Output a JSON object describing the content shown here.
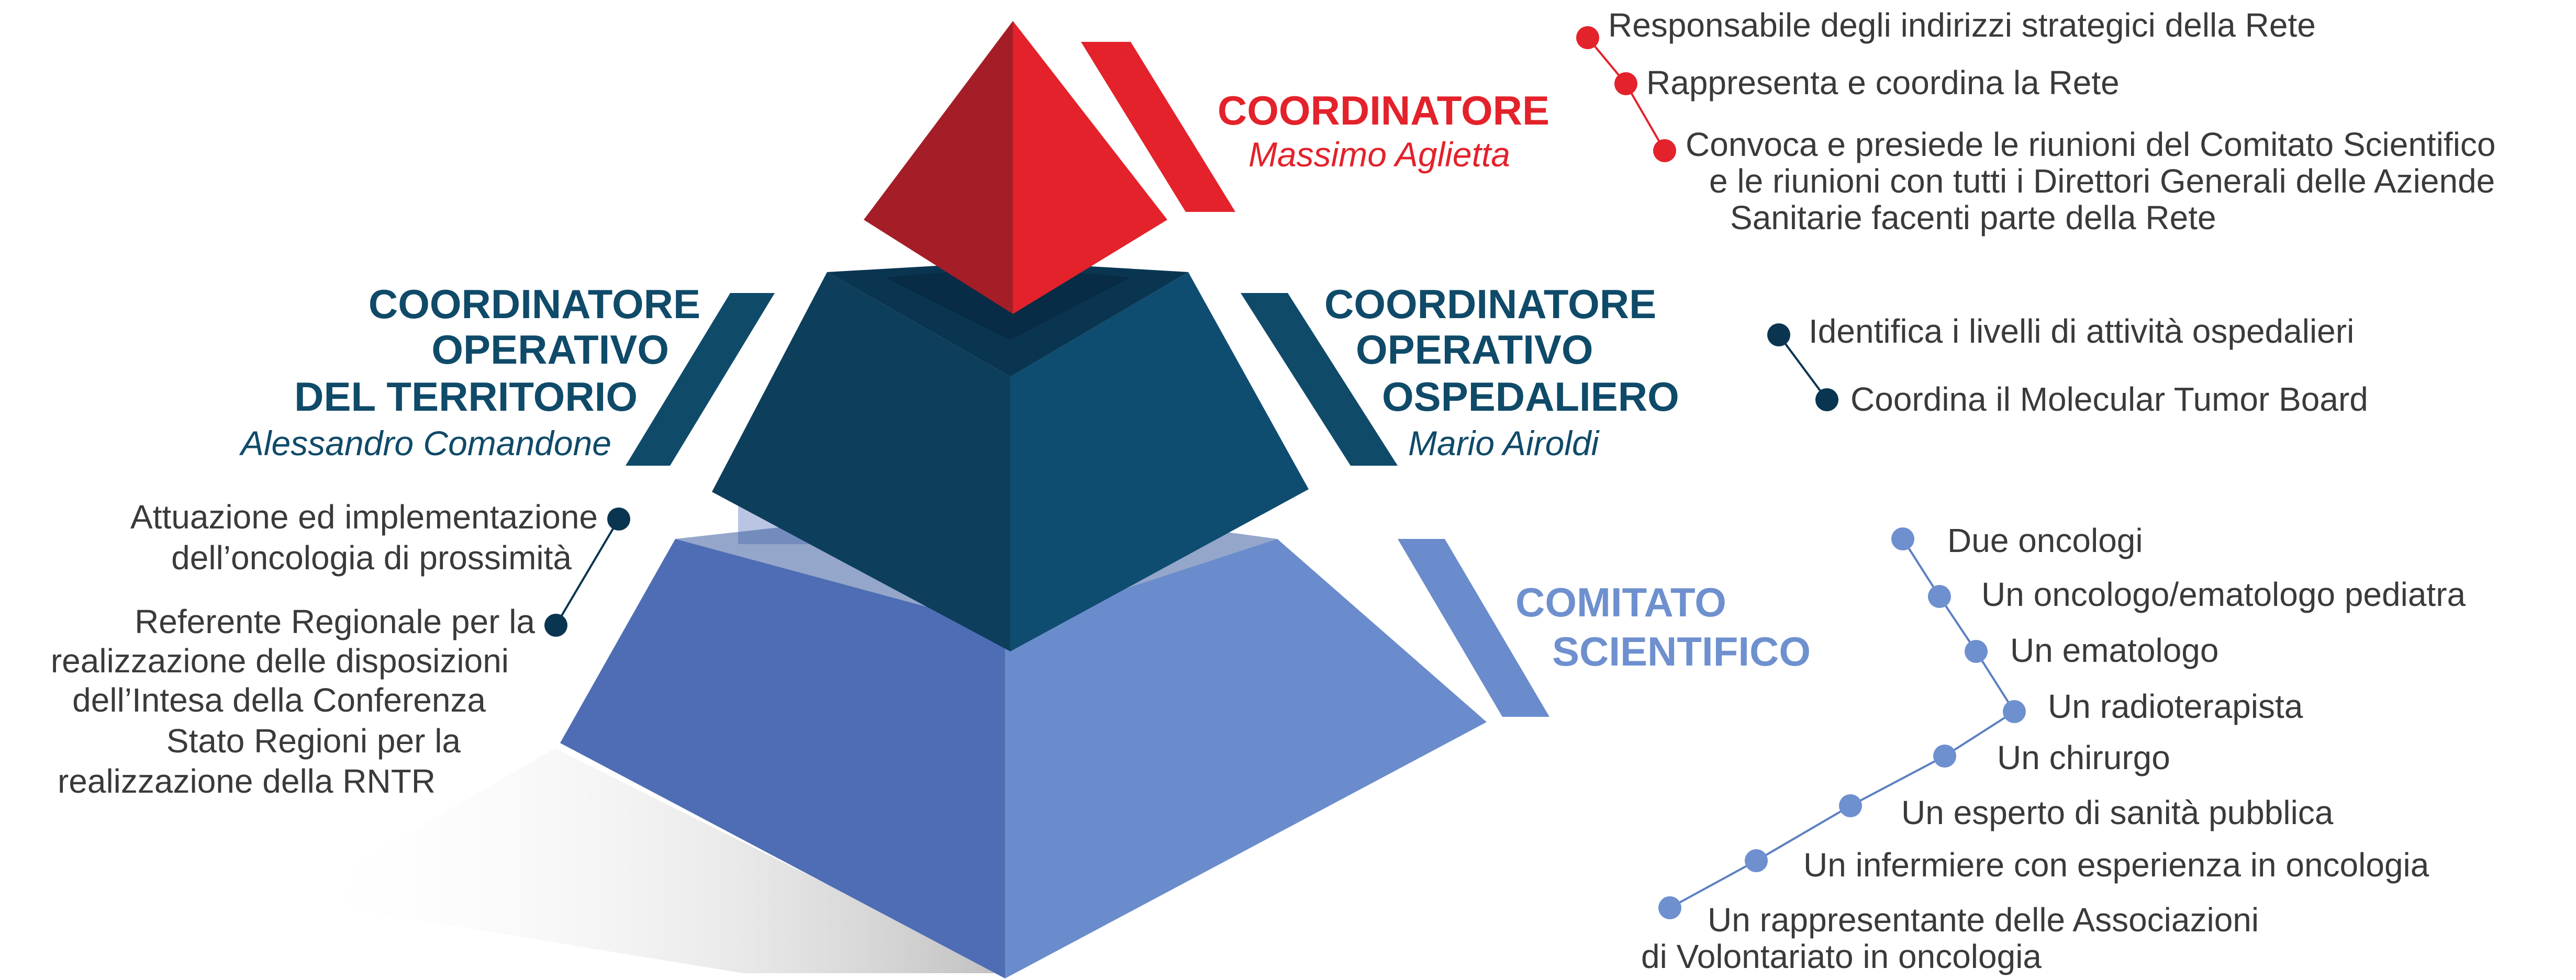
{
  "colors": {
    "red": "#e3222b",
    "red_dark": "#a51d27",
    "navy": "#0f4a69",
    "navy_dark": "#0a3550",
    "blue": "#5c7fc2",
    "blue_dark": "#4a6aaf",
    "blue_light": "#6e90cf",
    "text": "#3a3a3a"
  },
  "coordinator": {
    "title": "COORDINATORE",
    "name": "Massimo Aglietta",
    "items": [
      "Responsabile degli indirizzi strategici della Rete",
      "Rappresenta e coordina la Rete",
      "Convoca e presiede le riunioni del Comitato Scientifico",
      "e le riunioni con tutti i Direttori Generali delle Aziende",
      "Sanitarie facenti parte della Rete"
    ]
  },
  "territory": {
    "title_lines": [
      "COORDINATORE",
      "OPERATIVO",
      "DEL TERRITORIO"
    ],
    "name": "Alessandro Comandone",
    "items": [
      "Attuazione ed implementazione",
      "dell’oncologia di prossimità",
      "Referente Regionale per la",
      "realizzazione delle disposizioni",
      "dell’Intesa della Conferenza",
      "Stato Regioni per la",
      "realizzazione della RNTR"
    ]
  },
  "hospital": {
    "title_lines": [
      "COORDINATORE",
      "OPERATIVO",
      "OSPEDALIERO"
    ],
    "name": "Mario Airoldi",
    "items": [
      "Identifica i livelli di attività ospedalieri",
      "Coordina il Molecular Tumor Board"
    ]
  },
  "committee": {
    "title_lines": [
      "COMITATO",
      "SCIENTIFICO"
    ],
    "items": [
      "Due oncologi",
      "Un oncologo/ematologo pediatra",
      "Un ematologo",
      "Un radioterapista",
      "Un chirurgo",
      "Un esperto di sanità pubblica",
      "Un infermiere con esperienza in oncologia",
      "Un rappresentante delle Associazioni",
      "di Volontariato in oncologia"
    ]
  }
}
